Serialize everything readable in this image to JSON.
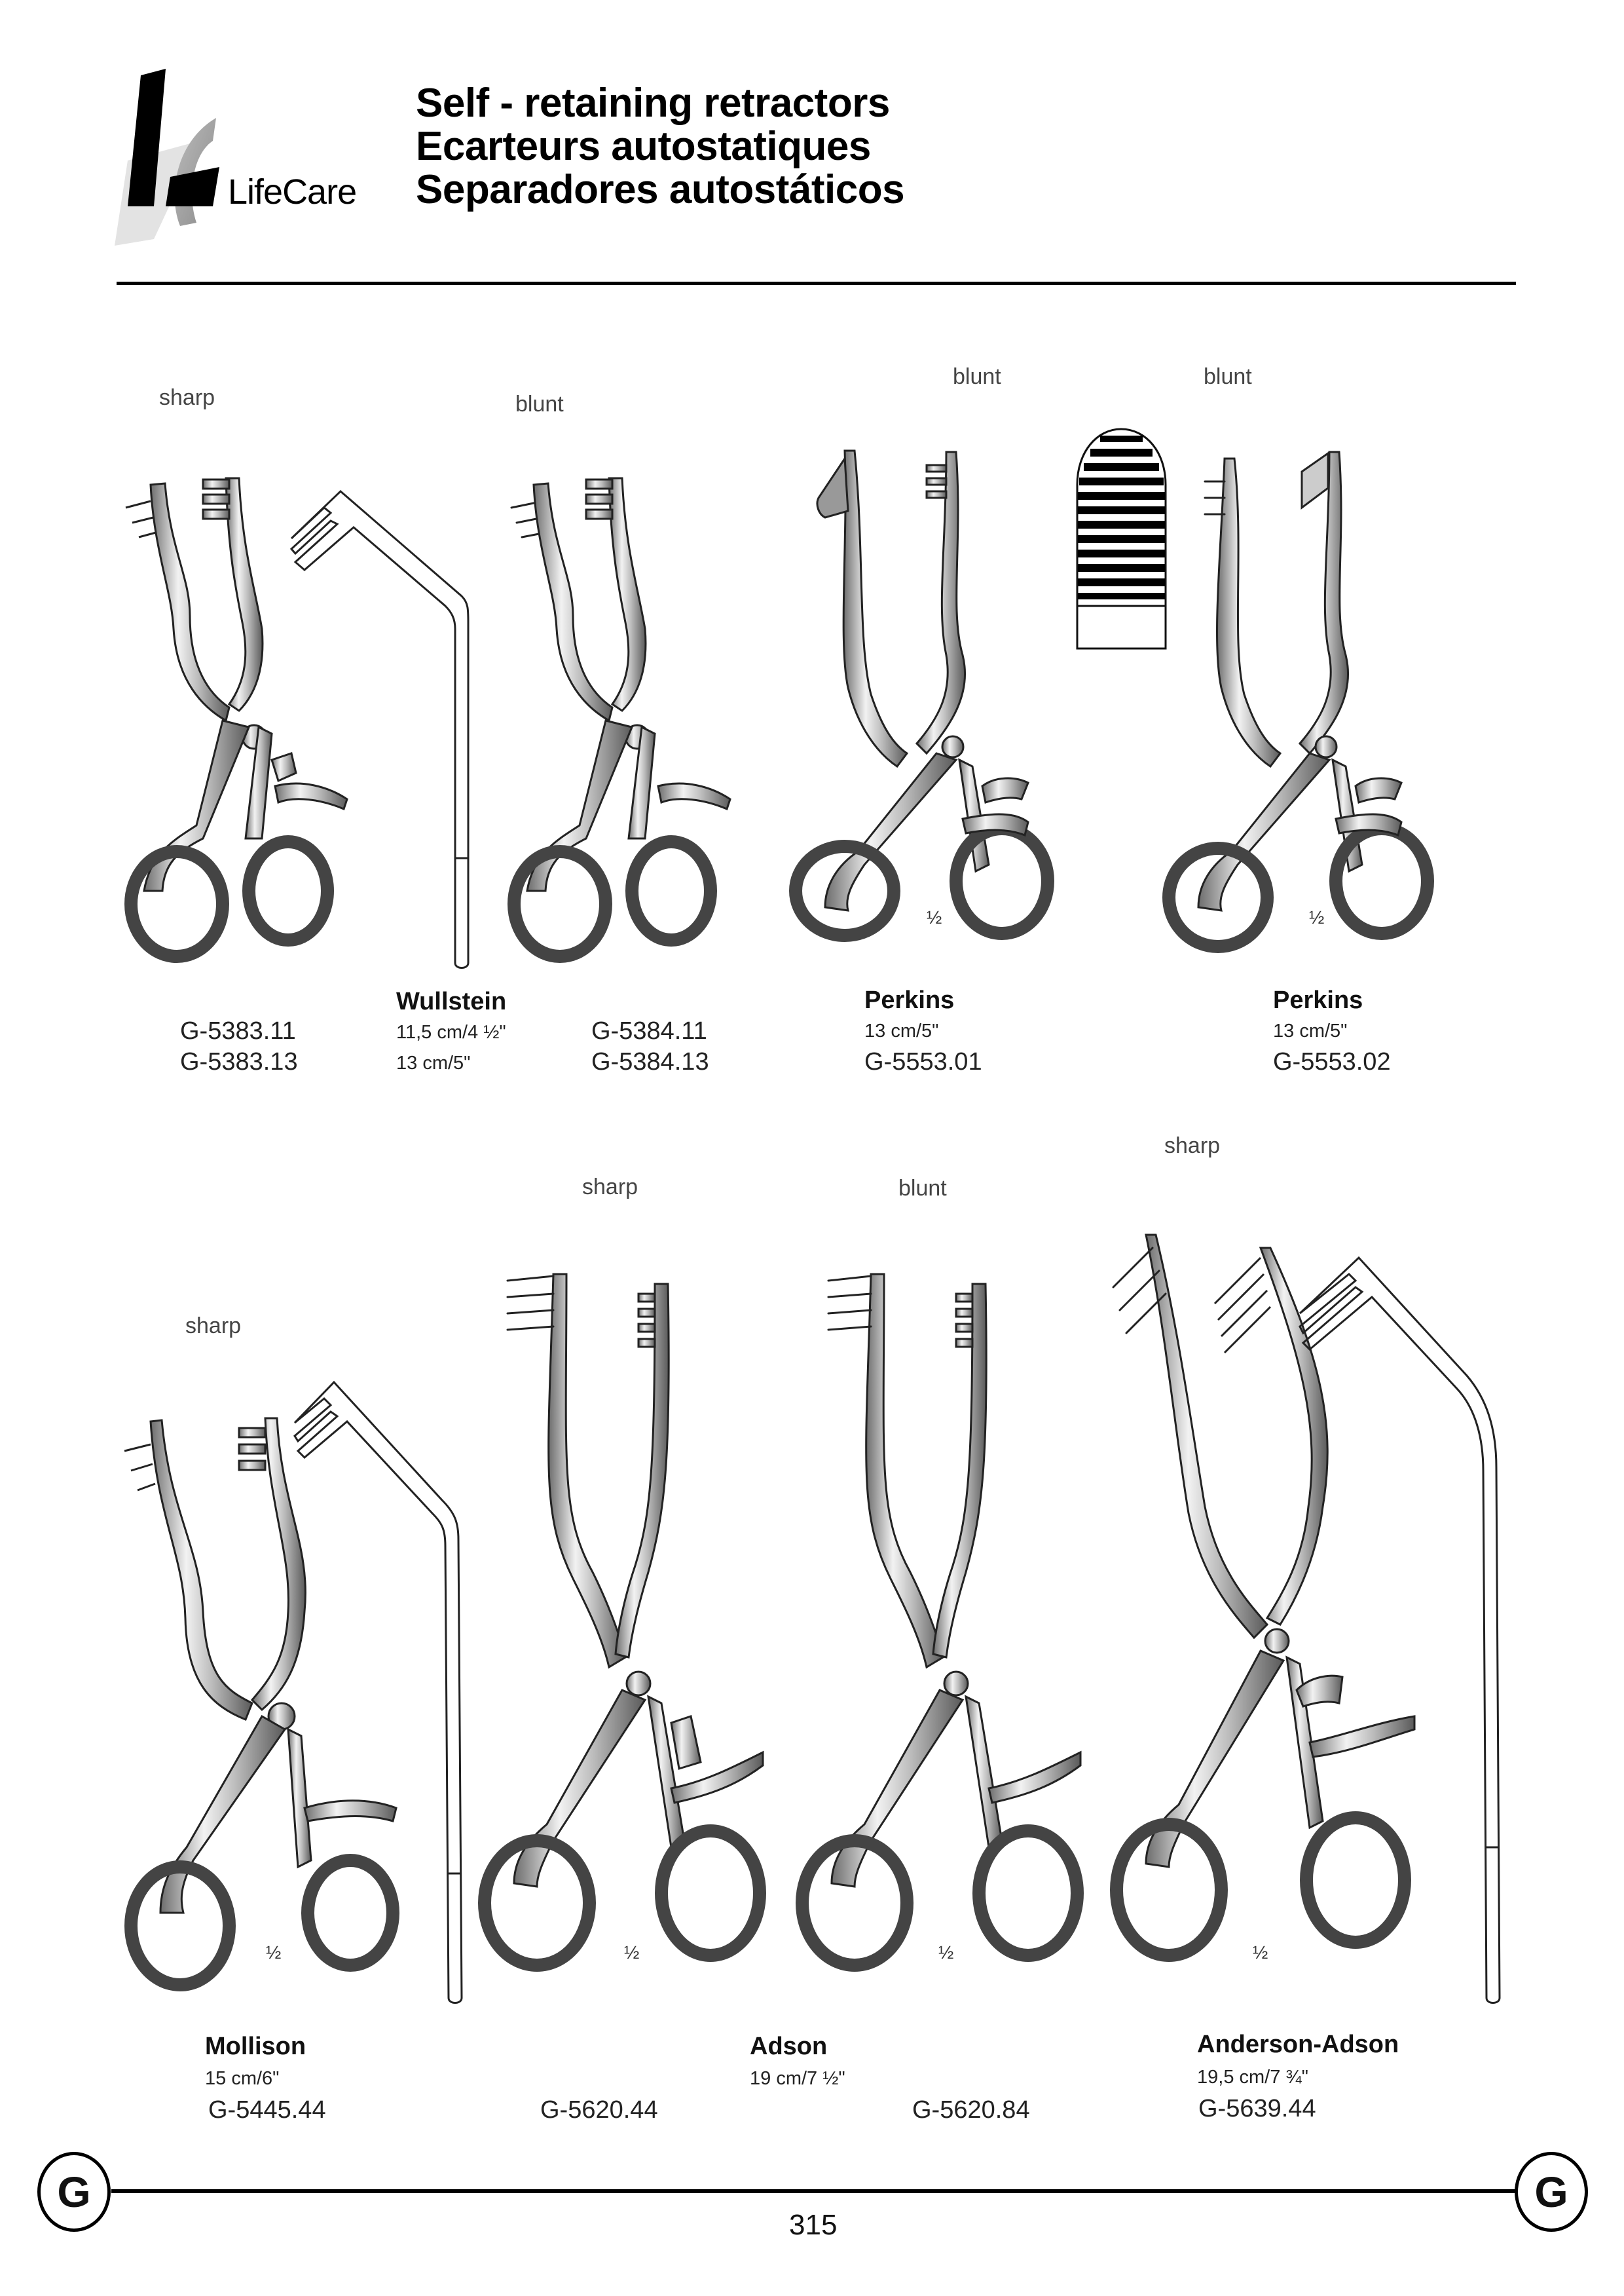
{
  "header": {
    "brand": "LifeCare",
    "title_lines": [
      "Self - retaining retractors",
      "Ecarteurs autostatiques",
      "Separadores autostáticos"
    ]
  },
  "row1": {
    "tip_labels": [
      "sharp",
      "blunt",
      "blunt",
      "blunt"
    ],
    "scale_marks": [
      "½",
      "½"
    ],
    "products": [
      {
        "name": "Wullstein",
        "sizes": [
          "11,5 cm/4 ½\"",
          "13 cm/5\""
        ],
        "codes_sharp": [
          "G-5383.11",
          "G-5383.13"
        ],
        "codes_blunt": [
          "G-5384.11",
          "G-5384.13"
        ]
      },
      {
        "name": "Perkins",
        "size": "13 cm/5\"",
        "code": "G-5553.01"
      },
      {
        "name": "Perkins",
        "size": "13 cm/5\"",
        "code": "G-5553.02"
      }
    ]
  },
  "row2": {
    "tip_labels": [
      "sharp",
      "sharp",
      "blunt",
      "sharp"
    ],
    "scale_marks": [
      "½",
      "½",
      "½",
      "½"
    ],
    "products": [
      {
        "name": "Mollison",
        "size": "15 cm/6\"",
        "code": "G-5445.44"
      },
      {
        "name": "Adson",
        "size": "19 cm/7 ½\"",
        "codes": [
          "G-5620.44",
          "G-5620.84"
        ]
      },
      {
        "name": "Anderson-Adson",
        "size": "19,5 cm/7 ¾\"",
        "code": "G-5639.44"
      }
    ]
  },
  "footer": {
    "section_letter_left": "G",
    "section_letter_right": "G",
    "page_number": "315"
  }
}
